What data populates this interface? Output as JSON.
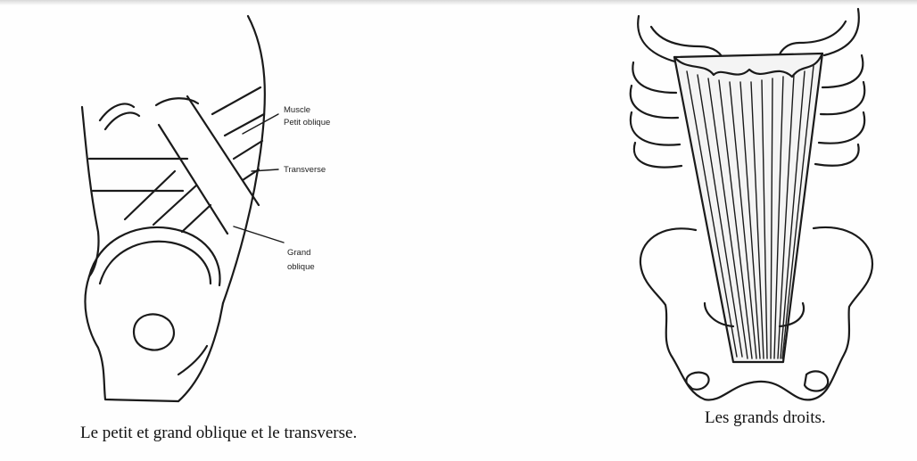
{
  "figures": {
    "left": {
      "caption": "Le petit et grand oblique et le transverse.",
      "labels": {
        "muscle_line1": "Muscle",
        "muscle_line2": "Petit oblique",
        "transverse": "Transverse",
        "grand_line1": "Grand",
        "grand_line2": "oblique"
      }
    },
    "right": {
      "caption": "Les grands droits."
    }
  }
}
